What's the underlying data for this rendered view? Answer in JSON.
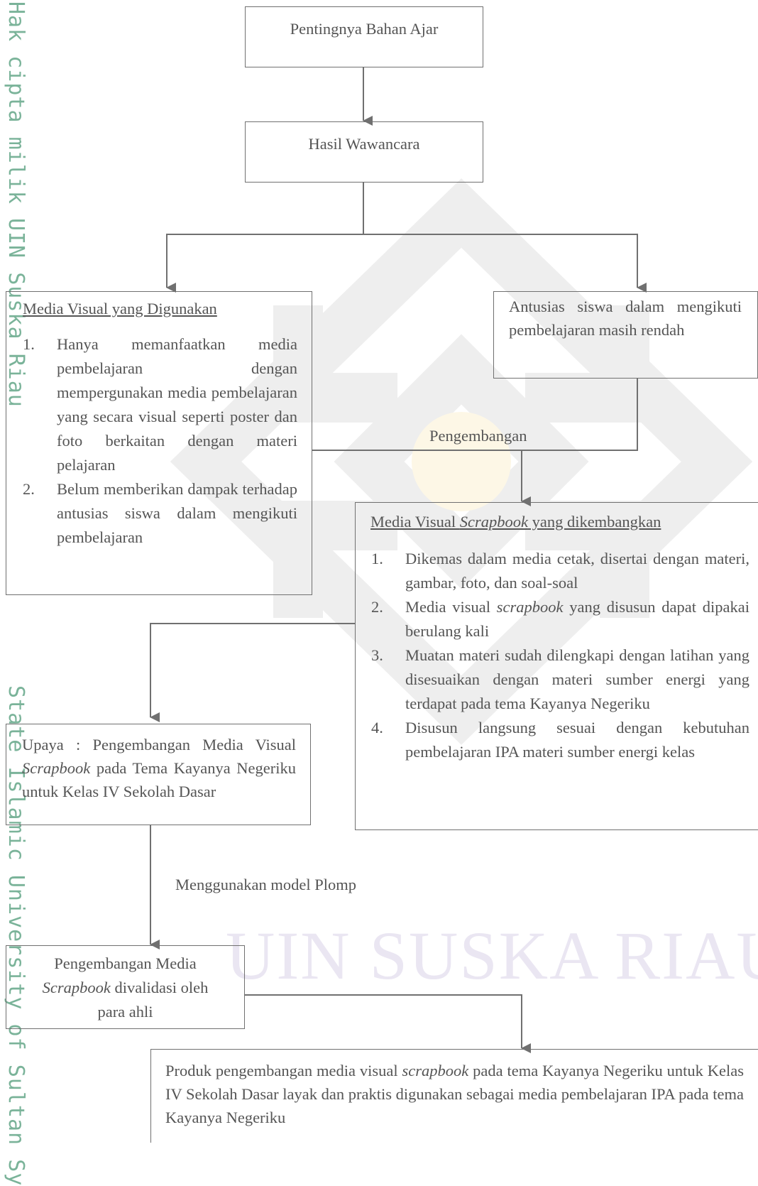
{
  "watermark": {
    "side_text_top": "Hak cipta milik UIN Suska Riau",
    "side_text_bottom": "State Islamic University of Sultan Sy",
    "bottom_text": "UIN SUSKA RIAU"
  },
  "diagram": {
    "pentingnya": "Pentingnya Bahan Ajar",
    "hasil": "Hasil Wawancara",
    "media_digunakan": {
      "title": "Media Visual yang Digunakan",
      "items": [
        {
          "num": "1.",
          "text": "Hanya memanfaatkan media pembelajaran dengan mempergunakan media pembelajaran yang secara visual seperti poster dan foto berkaitan dengan materi pelajaran"
        },
        {
          "num": "2.",
          "text": "Belum memberikan dampak terhadap antusias siswa dalam mengikuti pembelajaran"
        }
      ]
    },
    "antusias": "Antusias siswa dalam mengikuti pembelajaran masih rendah",
    "pengembangan_label": "Pengembangan",
    "scrapbook_dev": {
      "title_pre": "Media Visual ",
      "title_ital": "Scrapbook",
      "title_post": " yang dikembangkan",
      "item1_num": "1.",
      "item1_text": "Dikemas dalam media cetak, disertai dengan materi, gambar, foto, dan soal-soal",
      "item2_num": "2.",
      "item2_pre": "Media visual ",
      "item2_ital": "scrapbook",
      "item2_post": " yang disusun dapat dipakai berulang kali",
      "item3_num": "3.",
      "item3_text": "Muatan materi sudah dilengkapi dengan latihan yang disesuaikan dengan materi sumber energi yang terdapat pada tema Kayanya Negeriku",
      "item4_num": "4.",
      "item4_text": "Disusun langsung sesuai dengan kebutuhan pembelajaran IPA materi sumber energi kelas"
    },
    "upaya": {
      "pre": "Upaya : Pengembangan Media Visual ",
      "ital": "Scrapbook",
      "post": " pada Tema Kayanya Negeriku untuk Kelas IV Sekolah Dasar"
    },
    "plomp_label": "Menggunakan model Plomp",
    "validasi": {
      "line1": "Pengembangan Media",
      "ital": "Scrapbook",
      "post": " divalidasi oleh",
      "line3": "para ahli"
    },
    "produk": {
      "pre": "Produk pengembangan media visual ",
      "ital": "scrapbook",
      "post": " pada tema Kayanya Negeriku untuk Kelas IV Sekolah Dasar layak dan praktis digunakan sebagai media pembelajaran IPA pada tema Kayanya Negeriku"
    }
  }
}
